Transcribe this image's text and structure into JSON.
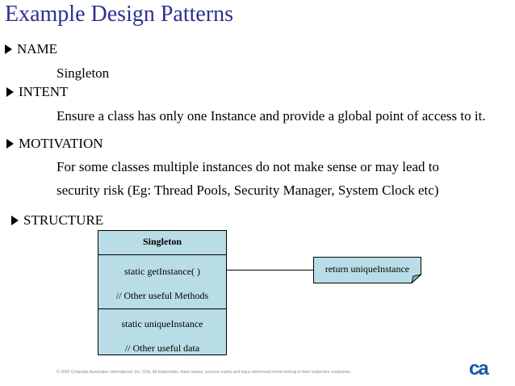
{
  "title": "Example Design Patterns",
  "sections": {
    "name": {
      "heading": "NAME",
      "text": "Singleton"
    },
    "intent": {
      "heading": "INTENT",
      "text": "Ensure a class has only one Instance and provide a global point of access to it."
    },
    "motivation": {
      "heading": "MOTIVATION",
      "line1": "For some classes multiple instances do not make sense or may lead to",
      "line2": "security risk (Eg: Thread Pools, Security Manager, System Clock etc)"
    },
    "structure": {
      "heading": "STRUCTURE"
    }
  },
  "uml": {
    "class_name": "Singleton",
    "method1": "static getInstance( )",
    "method2": "// Other useful Methods",
    "attr1": "static uniqueInstance",
    "attr2": "// Other useful data",
    "note": "return uniqueInstance"
  },
  "footer": "© 2005 Computer Associates International, Inc. (CA). All trademarks, trade names, services marks and logos referenced herein belong to their respective companies.",
  "logo": "ca",
  "colors": {
    "title": "#2e3192",
    "uml_fill": "#b9dde6",
    "logo": "#1558a8"
  }
}
